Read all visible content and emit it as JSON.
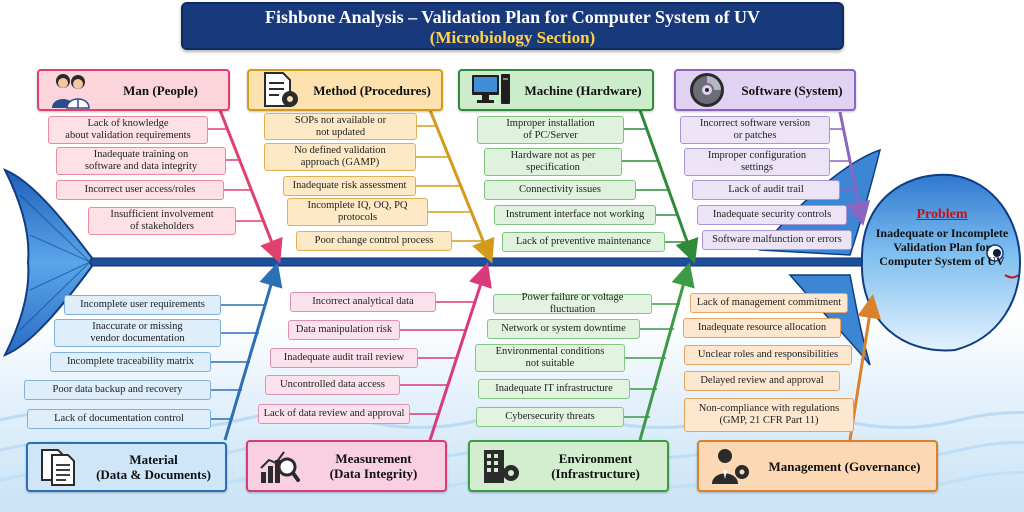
{
  "title": {
    "line1": "Fishbone Analysis – Validation Plan for Computer System of UV",
    "line2": "(Microbiology Section)"
  },
  "problem": {
    "heading": "Problem",
    "text": "Inadequate or Incomplete Validation Plan for Computer System of UV"
  },
  "categories": {
    "man": {
      "label": "Man (People)",
      "icon": "people-icon",
      "color": "#e0406e",
      "causes": [
        "Lack of knowledge\nabout validation requirements",
        "Inadequate training on\nsoftware and data integrity",
        "Incorrect user access/roles",
        "Insufficient involvement\nof stakeholders"
      ]
    },
    "method": {
      "label": "Method (Procedures)",
      "icon": "document-gear-icon",
      "color": "#d39a1c",
      "causes": [
        "SOPs not available or\nnot updated",
        "No defined validation\napproach (GAMP)",
        "Inadequate risk assessment",
        "Incomplete IQ, OQ, PQ\nprotocols",
        "Poor change control process"
      ]
    },
    "machine": {
      "label": "Machine (Hardware)",
      "icon": "computer-icon",
      "color": "#2f8a3a",
      "causes": [
        "Improper installation\nof PC/Server",
        "Hardware not as per\nspecification",
        "Connectivity issues",
        "Instrument interface not working",
        "Lack of preventive maintenance"
      ]
    },
    "software": {
      "label": "Software (System)",
      "icon": "disc-icon",
      "color": "#8c64c2",
      "causes": [
        "Incorrect software version\nor patches",
        "Improper configuration\nsettings",
        "Lack of audit trail",
        "Inadequate security controls",
        "Software malfunction or errors"
      ]
    },
    "material": {
      "label": "Material\n(Data & Documents)",
      "icon": "documents-icon",
      "color": "#2b6fb5",
      "causes": [
        "Incomplete user requirements",
        "Inaccurate or missing\nvendor documentation",
        "Incomplete traceability matrix",
        "Poor data backup and recovery",
        "Lack of documentation control"
      ]
    },
    "measurement": {
      "label": "Measurement\n(Data Integrity)",
      "icon": "chart-magnifier-icon",
      "color": "#d83a7c",
      "causes": [
        "Incorrect analytical data",
        "Data manipulation risk",
        "Inadequate audit trail review",
        "Uncontrolled data access",
        "Lack of data review and approval"
      ]
    },
    "environment": {
      "label": "Environment\n(Infrastructure)",
      "icon": "building-gear-icon",
      "color": "#3d9a45",
      "causes": [
        "Power failure or voltage fluctuation",
        "Network or system downtime",
        "Environmental conditions\nnot suitable",
        "Inadequate IT infrastructure",
        "Cybersecurity threats"
      ]
    },
    "management": {
      "label": "Management (Governance)",
      "icon": "manager-gear-icon",
      "color": "#d9822b",
      "causes": [
        "Lack of management commitment",
        "Inadequate resource allocation",
        "Unclear roles and responsibilities",
        "Delayed review and approval",
        "Non-compliance with regulations\n(GMP, 21 CFR Part 11)"
      ]
    }
  }
}
